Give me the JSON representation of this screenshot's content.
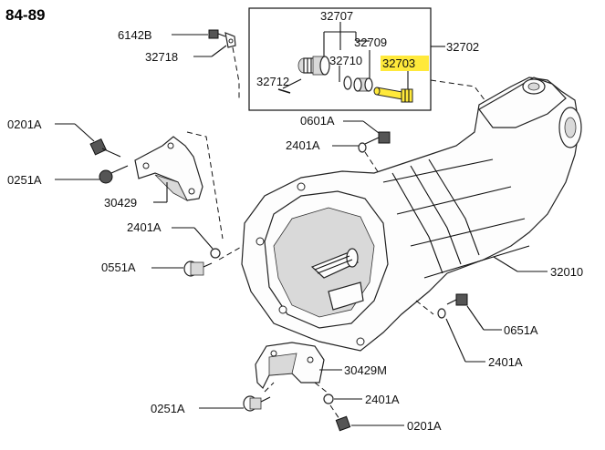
{
  "diagram": {
    "header": "84-89",
    "highlight_color": "#ffe93b",
    "labels": {
      "p32707": "32707",
      "p32709": "32709",
      "p32710": "32710",
      "p32703": "32703",
      "p32712": "32712",
      "p32702": "32702",
      "p6142b": "6142B",
      "p32718": "32718",
      "p0601a": "0601A",
      "p2401a_top": "2401A",
      "p0201a_left": "0201A",
      "p0251a_left": "0251A",
      "p30429": "30429",
      "p2401a_mid": "2401A",
      "p0551a": "0551A",
      "p32010": "32010",
      "p0651a": "0651A",
      "p2401a_right": "2401A",
      "p30429m": "30429M",
      "p2401a_bottom": "2401A",
      "p0251a_bottom": "0251A",
      "p0201a_bottom": "0201A"
    },
    "highlighted_part": "32703"
  }
}
